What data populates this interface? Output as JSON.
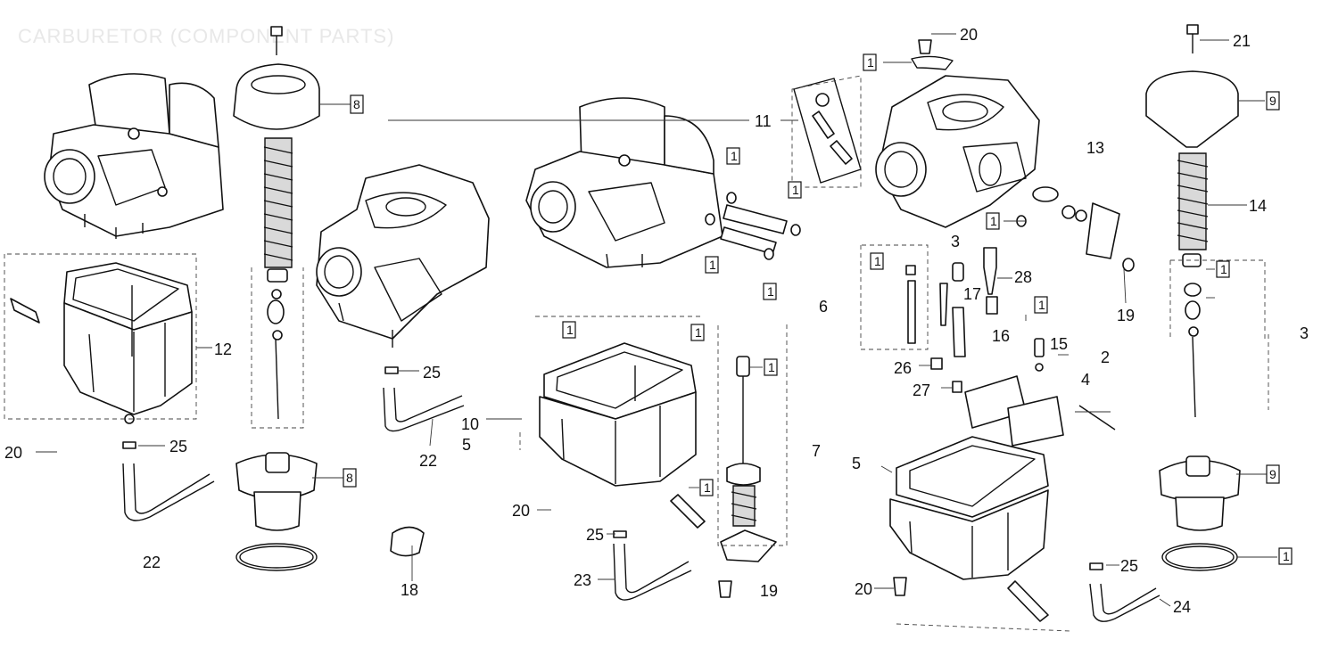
{
  "header": {
    "title": "CARBURETOR (COMPONENT PARTS)"
  },
  "callouts": [
    {
      "id": "c1",
      "text": "20"
    },
    {
      "id": "c2",
      "text": "21"
    },
    {
      "id": "c3",
      "text": "8"
    },
    {
      "id": "c4",
      "text": "9"
    },
    {
      "id": "c5",
      "text": "11"
    },
    {
      "id": "c6",
      "text": "1"
    },
    {
      "id": "c7",
      "text": "1"
    },
    {
      "id": "c8",
      "text": "13"
    },
    {
      "id": "c9",
      "text": "14"
    },
    {
      "id": "c10",
      "text": "1"
    },
    {
      "id": "c11",
      "text": "1"
    },
    {
      "id": "c12",
      "text": "3"
    },
    {
      "id": "c13",
      "text": "28"
    },
    {
      "id": "c14",
      "text": "17"
    },
    {
      "id": "c15",
      "text": "1"
    },
    {
      "id": "c16",
      "text": "1"
    },
    {
      "id": "c17",
      "text": "6"
    },
    {
      "id": "c18",
      "text": "16"
    },
    {
      "id": "c19",
      "text": "19"
    },
    {
      "id": "c20",
      "text": "1"
    },
    {
      "id": "c21",
      "text": "1"
    },
    {
      "id": "c22",
      "text": "3"
    },
    {
      "id": "c23",
      "text": "15"
    },
    {
      "id": "c24",
      "text": "2"
    },
    {
      "id": "c25",
      "text": "26"
    },
    {
      "id": "c26",
      "text": "27"
    },
    {
      "id": "c27",
      "text": "4"
    },
    {
      "id": "c28",
      "text": "12"
    },
    {
      "id": "c29",
      "text": "25"
    },
    {
      "id": "c30",
      "text": "1"
    },
    {
      "id": "c31",
      "text": "1"
    },
    {
      "id": "c32",
      "text": "1"
    },
    {
      "id": "c33",
      "text": "10"
    },
    {
      "id": "c34",
      "text": "5"
    },
    {
      "id": "c35",
      "text": "22"
    },
    {
      "id": "c36",
      "text": "7"
    },
    {
      "id": "c37",
      "text": "5"
    },
    {
      "id": "c38",
      "text": "20"
    },
    {
      "id": "c39",
      "text": "25"
    },
    {
      "id": "c40",
      "text": "8"
    },
    {
      "id": "c41",
      "text": "9"
    },
    {
      "id": "c42",
      "text": "20"
    },
    {
      "id": "c43",
      "text": "1"
    },
    {
      "id": "c44",
      "text": "22"
    },
    {
      "id": "c45",
      "text": "18"
    },
    {
      "id": "c46",
      "text": "25"
    },
    {
      "id": "c47",
      "text": "23"
    },
    {
      "id": "c48",
      "text": "19"
    },
    {
      "id": "c49",
      "text": "20"
    },
    {
      "id": "c50",
      "text": "25"
    },
    {
      "id": "c51",
      "text": "24"
    },
    {
      "id": "c52",
      "text": "1"
    },
    {
      "id": "c53",
      "text": "1"
    }
  ]
}
